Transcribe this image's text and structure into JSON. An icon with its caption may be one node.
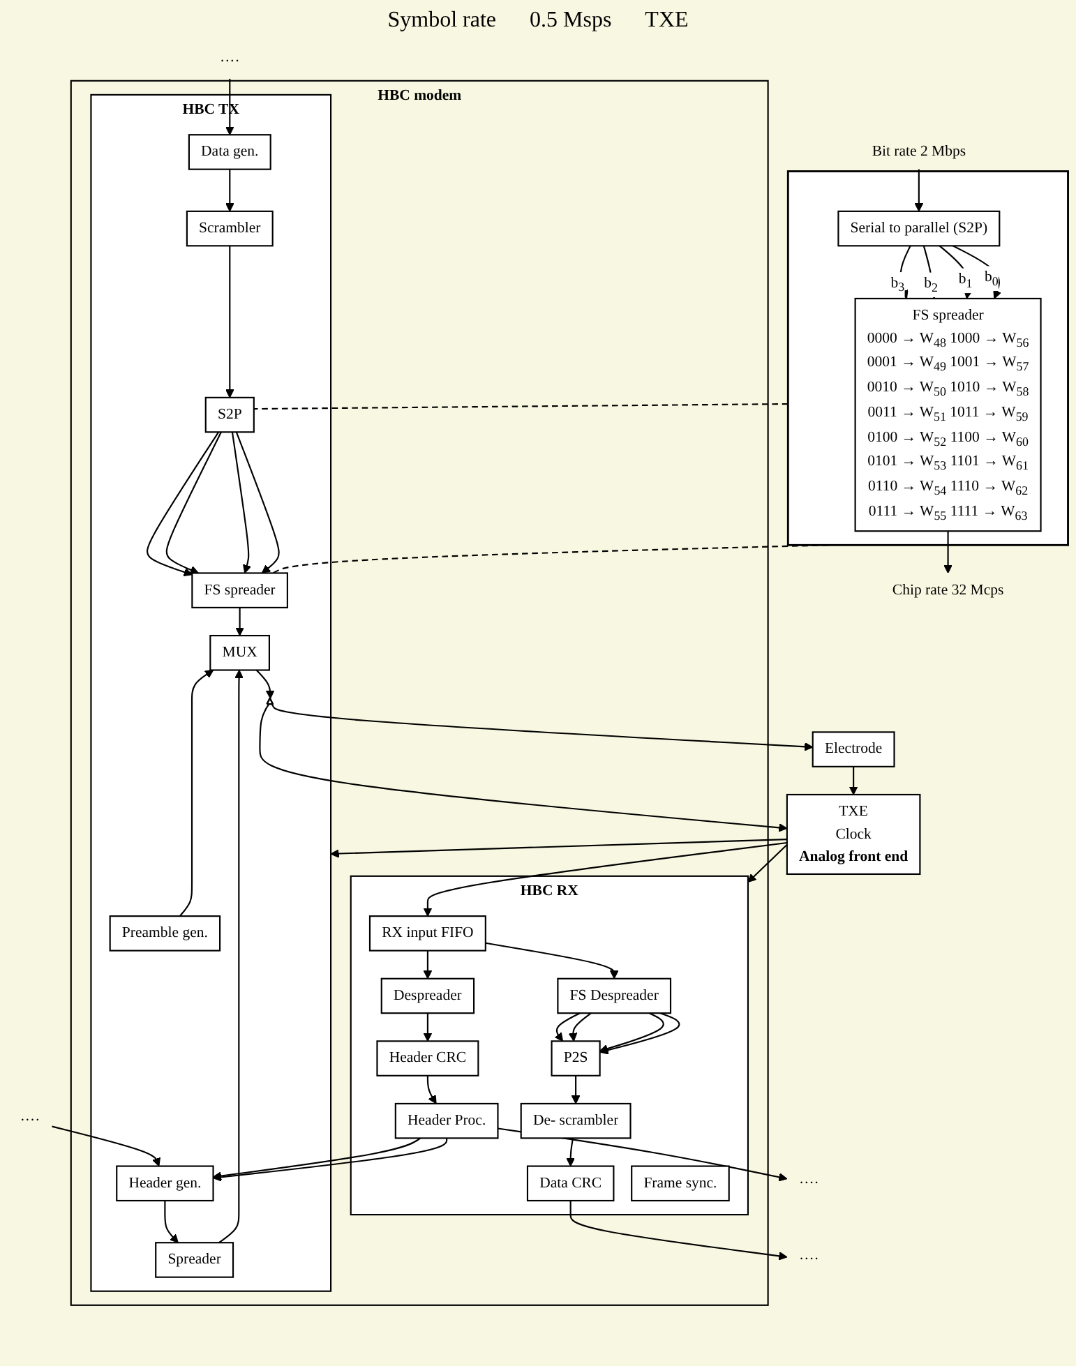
{
  "diagram": {
    "nodes": [
      {
        "text": [],
        "shape": "box"
      },
      {
        "text": [
          "Serial to parallel (S2P)"
        ],
        "in": 0
      },
      {
        "text": [
          "FS spreader",
          "0000 → W$_{48}$",
          "1000 → W$_{56}$",
          "0001 → W$_{49}$",
          "1001 → W$_{57}$",
          "0010 → W$_{50}$",
          "1010 → W$_{58}$",
          "0011 → W$_{51}$",
          "1011 → W$_{59}$",
          "0100 → W$_{52}$",
          "1100 → W$_{60}$",
          "0101 → W$_{53}$",
          "1101 → W$_{61}$",
          "0110 → W$_{54}$",
          "1110 → W$_{62}$",
          "0111 → W$_{55}$",
          "1111 → W$_{63}$"
        ],
        "in": 0
      },
      {
        "text": [
          "Bit rate 2 Mbps"
        ]
      },
      {
        "text": [
          "Chip rate 32 Mcps"
        ]
      },
      {
        "text": [
          "HBC modem"
        ]
      },
      {
        "text": [
          "HBC TX"
        ],
        "in": 5
      },
      {
        "text": [
          "Preamble gen."
        ],
        "in": 6
      },
      {
        "text": [
          "····"
        ]
      },
      {
        "text": [
          "Data gen."
        ],
        "in": 6
      },
      {
        "text": [
          "Scrambler"
        ],
        "in": 6
      },
      {
        "text": [
          "S2P"
        ],
        "in": 6
      },
      {
        "text": [
          "FS spreader"
        ],
        "in": 6
      },
      {
        "text": [
          "MUX"
        ],
        "in": 6
      },
      {
        "text": [],
        "shape": "triangle",
        "in": 6
      },
      {
        "text": [
          "····"
        ]
      },
      {
        "text": [
          "Header gen."
        ],
        "in": 6
      },
      {
        "text": [
          "Spreader"
        ],
        "in": 6
      },
      {
        "text": [
          "TXE",
          "Clock",
          "Analog front end"
        ]
      },
      {
        "text": [
          "Electrode"
        ]
      },
      {
        "text": [
          "HBC RX"
        ],
        "in": 5
      },
      {
        "text": [
          "····"
        ]
      },
      {
        "text": [
          "Header Proc."
        ],
        "in": 20
      },
      {
        "text": [
          "Header CRC"
        ],
        "in": 20
      },
      {
        "text": [
          "Despreader"
        ],
        "in": 20
      },
      {
        "text": [
          "RX input FIFO"
        ],
        "in": 20
      },
      {
        "text": [
          "····"
        ]
      },
      {
        "text": [
          "Data CRC"
        ],
        "in": 20
      },
      {
        "text": [
          "De- scrambler"
        ],
        "in": 20
      },
      {
        "text": [
          "P2S"
        ],
        "in": 20
      },
      {
        "text": [
          "FS Despreader"
        ],
        "in": 20
      },
      {
        "text": [
          "Frame sync."
        ],
        "in": 20
      }
    ],
    "edges": [
      {
        "from": 3,
        "to": 1,
        "arrow": "to"
      },
      {
        "from": 1,
        "to": 2,
        "arrow": "to",
        "label": "b$_{3}$"
      },
      {
        "from": 1,
        "to": 2,
        "arrow": "to",
        "label": "b$_{2}$"
      },
      {
        "from": 1,
        "to": 2,
        "arrow": "to",
        "label": "b$_{1}$"
      },
      {
        "from": 1,
        "to": 2,
        "arrow": "to",
        "label": "b$_{0}$"
      },
      {
        "from": 2,
        "to": 4,
        "arrow": "to"
      },
      {
        "from": 0,
        "to": 11,
        "arrow": "none",
        "style": "dashed"
      },
      {
        "from": 0,
        "to": 12,
        "arrow": "none",
        "style": "dashed"
      },
      {
        "from": 8,
        "to": 9,
        "arrow": "to"
      },
      {
        "from": 9,
        "to": 10,
        "arrow": "to"
      },
      {
        "from": 10,
        "to": 11,
        "arrow": "to"
      },
      {
        "from": 11,
        "to": 12,
        "arrow": "to"
      },
      {
        "from": 11,
        "to": 12,
        "arrow": "to"
      },
      {
        "from": 11,
        "to": 12,
        "arrow": "to"
      },
      {
        "from": 11,
        "to": 12,
        "arrow": "to"
      },
      {
        "from": 12,
        "to": 13,
        "arrow": "to"
      },
      {
        "from": 7,
        "to": 13,
        "arrow": "to"
      },
      {
        "from": 15,
        "to": 16,
        "arrow": "to"
      },
      {
        "from": 16,
        "to": 17,
        "arrow": "to"
      },
      {
        "from": 17,
        "to": 13,
        "arrow": "to"
      },
      {
        "from": 13,
        "to": 14,
        "arrow": "to"
      },
      {
        "from": 14,
        "to": 19,
        "arrow": "to"
      },
      {
        "from": 14,
        "to": 18,
        "arrow": "to"
      },
      {
        "from": 18,
        "to": 6,
        "arrow": "to"
      },
      {
        "from": 18,
        "to": 20,
        "arrow": "to"
      },
      {
        "from": 22,
        "to": 16,
        "arrow": "to"
      },
      {
        "from": 22,
        "to": 16,
        "arrow": "to"
      },
      {
        "from": 19,
        "to": 18,
        "arrow": "to"
      },
      {
        "from": 18,
        "to": 25,
        "arrow": "to"
      },
      {
        "from": 25,
        "to": 24,
        "arrow": "to"
      },
      {
        "from": 24,
        "to": 23,
        "arrow": "to"
      },
      {
        "from": 23,
        "to": 22,
        "arrow": "to"
      },
      {
        "from": 22,
        "to": 21,
        "arrow": "to"
      },
      {
        "from": 25,
        "to": 30,
        "arrow": "to"
      },
      {
        "from": 30,
        "to": 29,
        "arrow": "to"
      },
      {
        "from": 30,
        "to": 29,
        "arrow": "to"
      },
      {
        "from": 30,
        "to": 29,
        "arrow": "to"
      },
      {
        "from": 30,
        "to": 29,
        "arrow": "to"
      },
      {
        "from": 29,
        "to": 28,
        "arrow": "to"
      },
      {
        "from": 28,
        "to": 27,
        "arrow": "to"
      },
      {
        "from": 27,
        "to": 26,
        "arrow": "to"
      }
    ],
    "labels": [
      "Symbol rate",
      "0.5 Msps",
      "TXE"
    ]
  }
}
